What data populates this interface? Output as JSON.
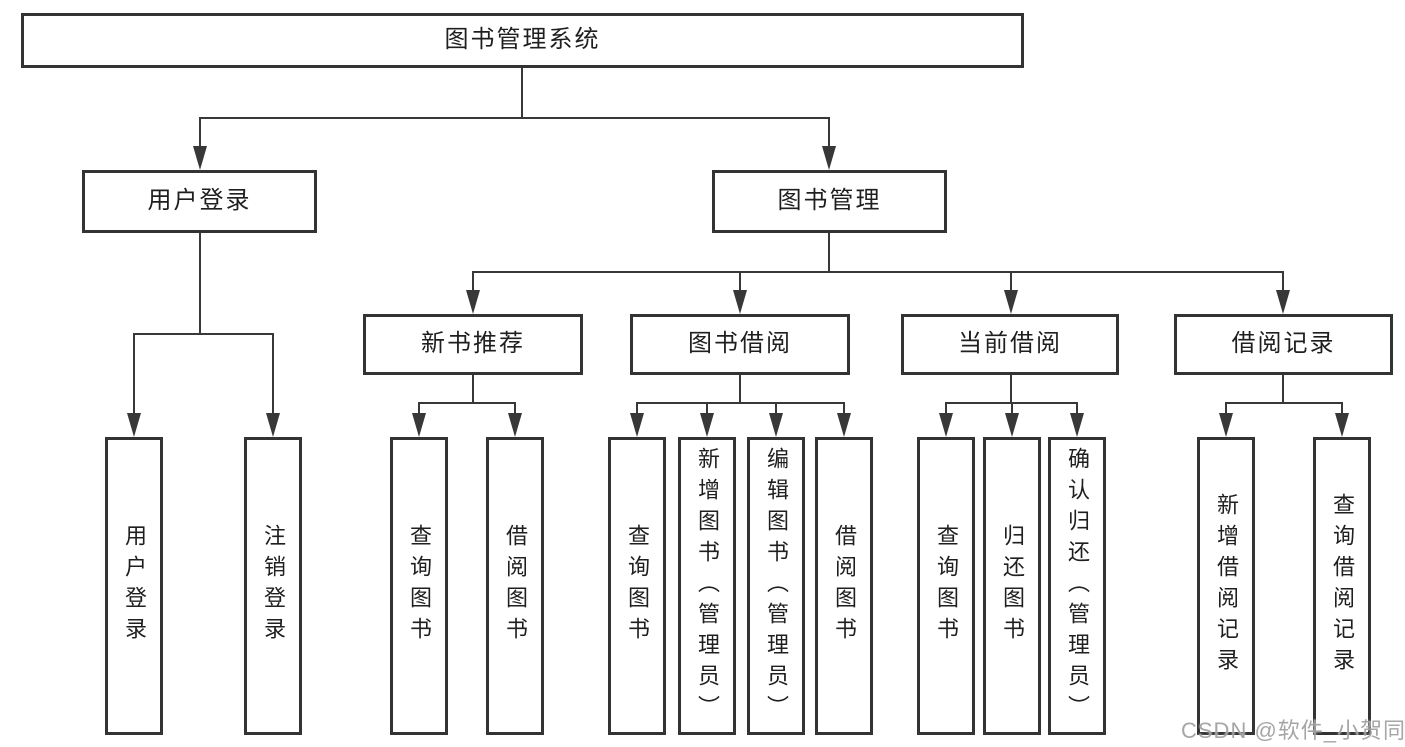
{
  "diagram": {
    "title": "图书管理系统",
    "tree": {
      "label": "图书管理系统",
      "children": [
        {
          "label": "用户登录",
          "children": [
            {
              "label": "用户登录"
            },
            {
              "label": "注销登录"
            }
          ]
        },
        {
          "label": "图书管理",
          "children": [
            {
              "label": "新书推荐",
              "children": [
                {
                  "label": "查询图书"
                },
                {
                  "label": "借阅图书"
                }
              ]
            },
            {
              "label": "图书借阅",
              "children": [
                {
                  "label": "查询图书"
                },
                {
                  "label": "新增图书（管理员）"
                },
                {
                  "label": "编辑图书（管理员）"
                },
                {
                  "label": "借阅图书"
                }
              ]
            },
            {
              "label": "当前借阅",
              "children": [
                {
                  "label": "查询图书"
                },
                {
                  "label": "归还图书"
                },
                {
                  "label": "确认归还（管理员）"
                }
              ]
            },
            {
              "label": "借阅记录",
              "children": [
                {
                  "label": "新增借阅记录"
                },
                {
                  "label": "查询借阅记录"
                }
              ]
            }
          ]
        }
      ]
    },
    "watermark": "CSDN @软件_小贺同学",
    "colors": {
      "line": "#383838",
      "box_border": "#333333",
      "text": "#1f1f1f",
      "watermark": "#9e9e9e",
      "background": "#ffffff"
    }
  }
}
